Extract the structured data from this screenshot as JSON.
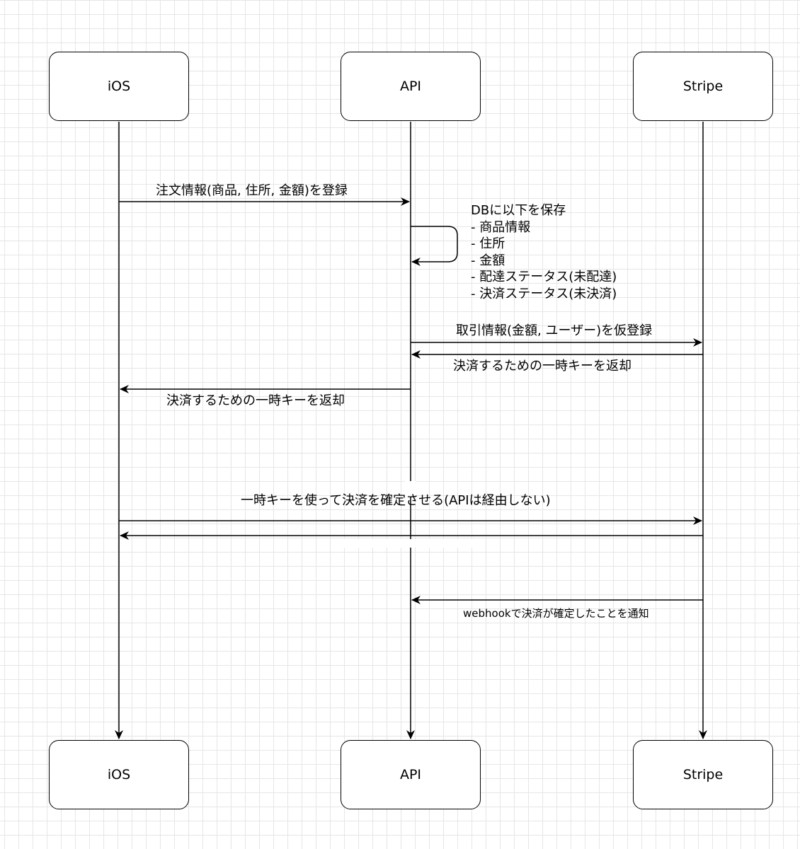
{
  "participants": [
    {
      "id": "ios",
      "label": "iOS"
    },
    {
      "id": "api",
      "label": "API"
    },
    {
      "id": "stripe",
      "label": "Stripe"
    }
  ],
  "messages": {
    "register_order": "注文情報(商品, 住所, 金額)を登録",
    "provisional_register": "取引情報(金額, ユーザー)を仮登録",
    "return_key_stripe": "決済するための一時キーを返却",
    "return_key_api": "決済するための一時キーを返却",
    "confirm_payment": "一時キーを使って決済を確定させる(APIは経由しない)",
    "webhook_notify": "webhookで決済が確定したことを通知"
  },
  "db_note": {
    "lines": [
      "DBに以下を保存",
      "- 商品情報",
      "- 住所",
      "- 金額",
      "- 配達ステータス(未配達)",
      "- 決済ステータス(未決済)"
    ]
  }
}
